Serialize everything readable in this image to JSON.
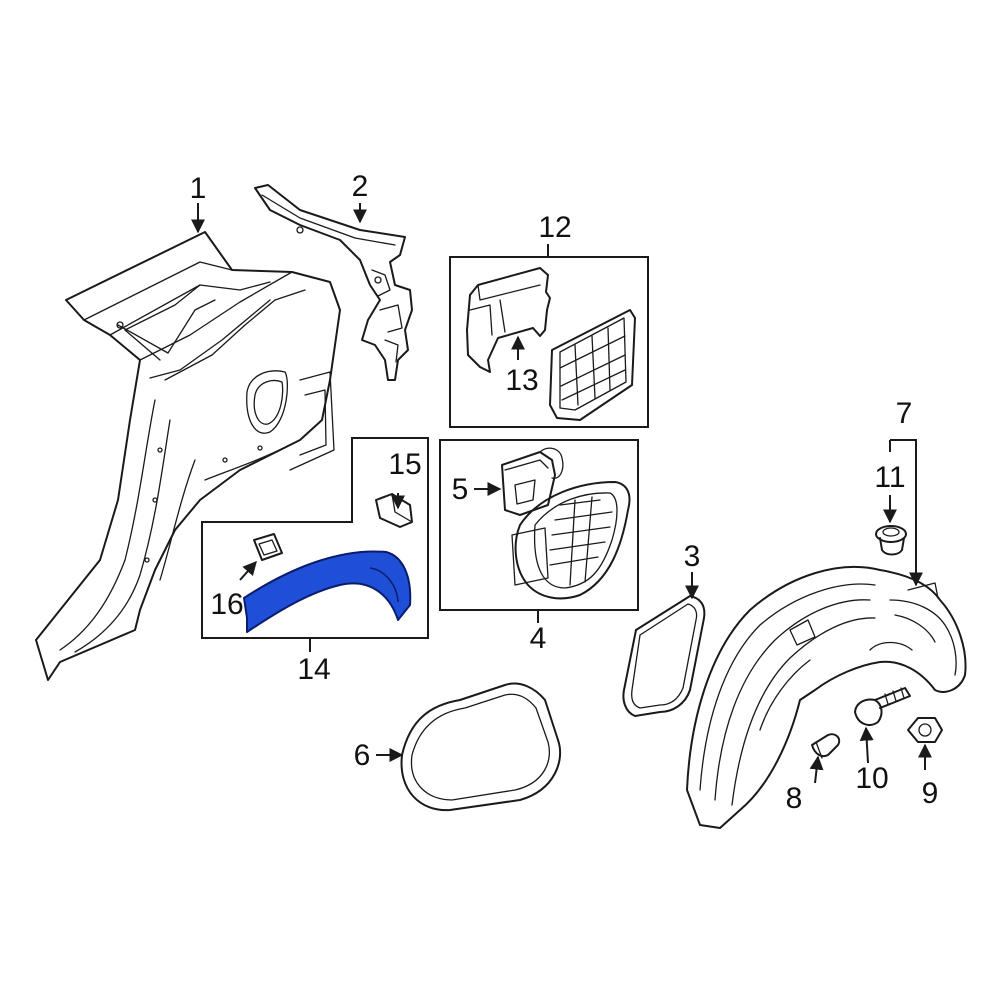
{
  "diagram": {
    "callouts": [
      "1",
      "2",
      "3",
      "4",
      "5",
      "6",
      "7",
      "8",
      "9",
      "10",
      "11",
      "12",
      "13",
      "14",
      "15",
      "16"
    ]
  },
  "colors": {
    "line": "#1a1a1a",
    "highlight_fill": "#1f4fd6",
    "highlight_stroke": "#0a1c6e",
    "background": "#ffffff"
  },
  "highlighted_part": "14"
}
